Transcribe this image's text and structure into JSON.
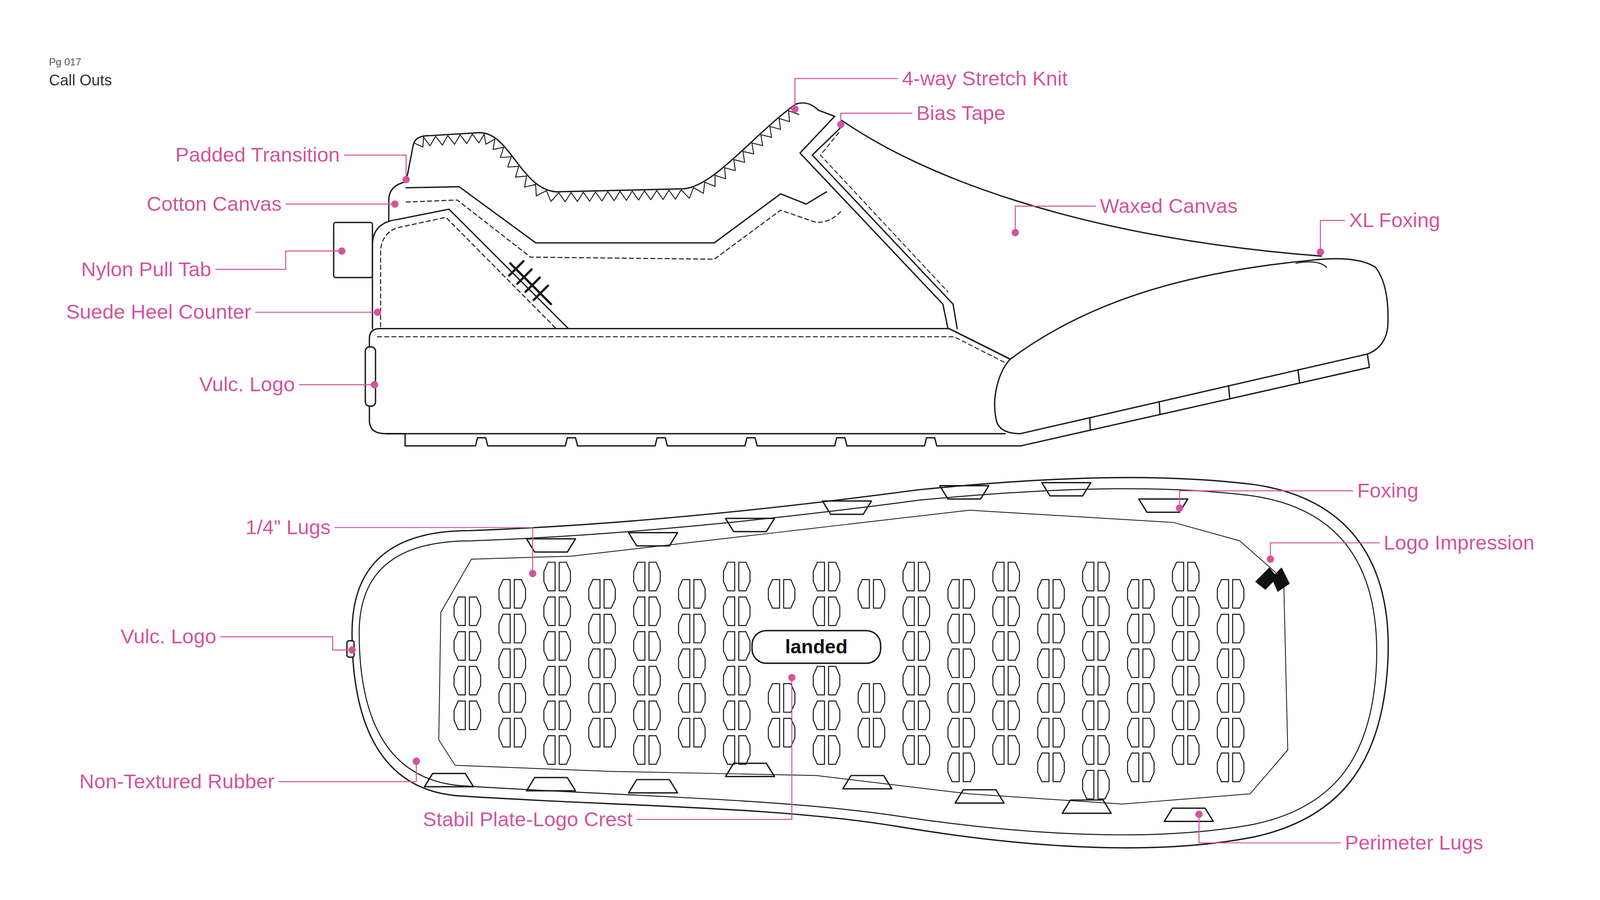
{
  "diagram": {
    "title": "Call Outs",
    "labels": [
      "Pg 017",
      "Padded Transition",
      "Cotton Canvas",
      "Nylon Pull Tab",
      "Suede Heel Counter",
      "Vulc. Logo",
      "4-way Stretch Knit",
      "Bias Tape",
      "Waxed Canvas",
      "XL Foxing",
      "1/4” Lugs",
      "Vulc. Logo",
      "Non-Textured Rubber",
      "Stabil Plate-Logo Crest",
      "Foxing",
      "Logo Impression",
      "Perimeter Lugs",
      "landed"
    ]
  }
}
